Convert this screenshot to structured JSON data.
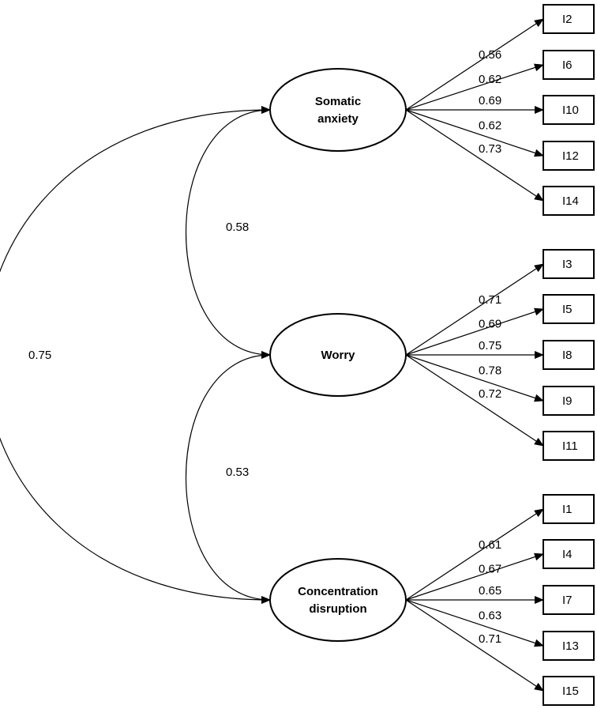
{
  "factors": [
    {
      "id": "somatic",
      "label_lines": [
        "Somatic",
        "anxiety"
      ]
    },
    {
      "id": "worry",
      "label_lines": [
        "Worry"
      ]
    },
    {
      "id": "concentration",
      "label_lines": [
        "Concentration",
        "disruption"
      ]
    }
  ],
  "loadings": [
    {
      "factor": "somatic",
      "items": [
        {
          "label": "I2",
          "value": "0.56"
        },
        {
          "label": "I6",
          "value": "0.62"
        },
        {
          "label": "I10",
          "value": "0.69"
        },
        {
          "label": "I12",
          "value": "0.62"
        },
        {
          "label": "I14",
          "value": "0.73"
        }
      ]
    },
    {
      "factor": "worry",
      "items": [
        {
          "label": "I3",
          "value": "0.71"
        },
        {
          "label": "I5",
          "value": "0.69"
        },
        {
          "label": "I8",
          "value": "0.75"
        },
        {
          "label": "I9",
          "value": "0.78"
        },
        {
          "label": "I11",
          "value": "0.72"
        }
      ]
    },
    {
      "factor": "concentration",
      "items": [
        {
          "label": "I1",
          "value": "0.61"
        },
        {
          "label": "I4",
          "value": "0.67"
        },
        {
          "label": "I7",
          "value": "0.65"
        },
        {
          "label": "I13",
          "value": "0.63"
        },
        {
          "label": "I15",
          "value": "0.71"
        }
      ]
    }
  ],
  "correlations": [
    {
      "from": "somatic",
      "to": "worry",
      "value": "0.58"
    },
    {
      "from": "worry",
      "to": "concentration",
      "value": "0.53"
    },
    {
      "from": "somatic",
      "to": "concentration",
      "value": "0.75"
    }
  ],
  "colors": {
    "stroke": "#000000",
    "background": "#ffffff"
  }
}
